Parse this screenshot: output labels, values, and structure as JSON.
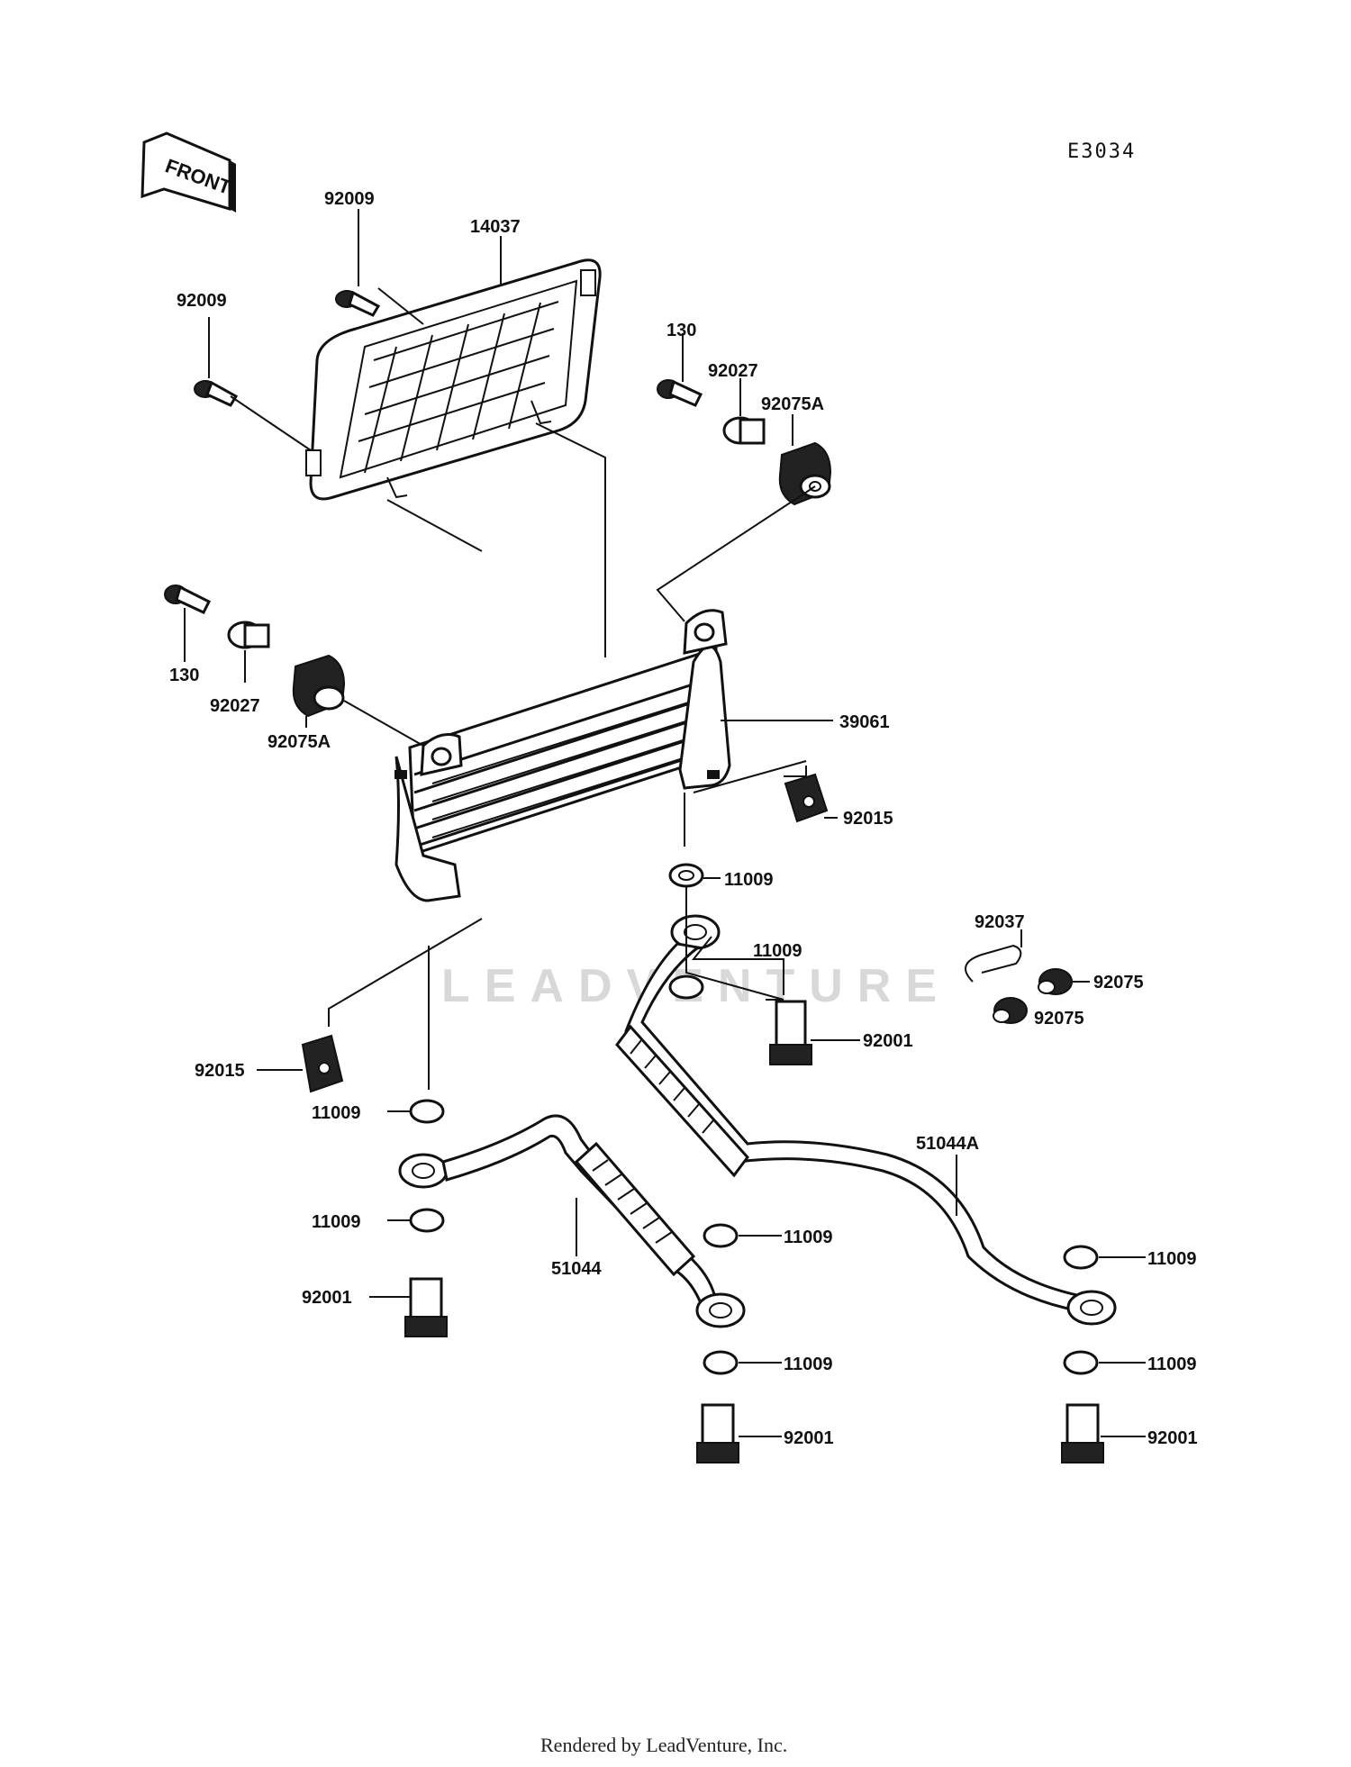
{
  "diagram": {
    "code": "E3034",
    "front_label": "FRONT",
    "watermark": "LEADVENTURE",
    "footer": "Rendered by LeadVenture, Inc.",
    "callouts": [
      {
        "id": "c1",
        "text": "92009"
      },
      {
        "id": "c2",
        "text": "14037"
      },
      {
        "id": "c3",
        "text": "92009"
      },
      {
        "id": "c4",
        "text": "130"
      },
      {
        "id": "c5",
        "text": "92027"
      },
      {
        "id": "c6",
        "text": "92075A"
      },
      {
        "id": "c7",
        "text": "130"
      },
      {
        "id": "c8",
        "text": "92027"
      },
      {
        "id": "c9",
        "text": "92075A"
      },
      {
        "id": "c10",
        "text": "39061"
      },
      {
        "id": "c11",
        "text": "92015"
      },
      {
        "id": "c12",
        "text": "11009"
      },
      {
        "id": "c13",
        "text": "92037"
      },
      {
        "id": "c14",
        "text": "11009"
      },
      {
        "id": "c15",
        "text": "92075"
      },
      {
        "id": "c16",
        "text": "92075"
      },
      {
        "id": "c17",
        "text": "92001"
      },
      {
        "id": "c18",
        "text": "92015"
      },
      {
        "id": "c19",
        "text": "11009"
      },
      {
        "id": "c20",
        "text": "51044A"
      },
      {
        "id": "c21",
        "text": "11009"
      },
      {
        "id": "c22",
        "text": "51044"
      },
      {
        "id": "c23",
        "text": "11009"
      },
      {
        "id": "c24",
        "text": "11009"
      },
      {
        "id": "c25",
        "text": "92001"
      },
      {
        "id": "c26",
        "text": "11009"
      },
      {
        "id": "c27",
        "text": "11009"
      },
      {
        "id": "c28",
        "text": "92001"
      },
      {
        "id": "c29",
        "text": "92001"
      }
    ]
  }
}
